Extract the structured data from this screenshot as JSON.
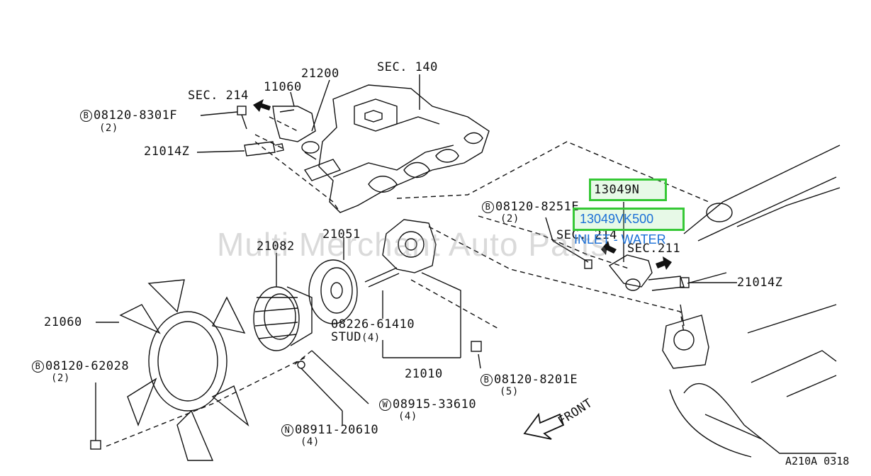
{
  "diagram": {
    "section_labels": {
      "sec_140": "SEC. 140",
      "sec_214_top": "SEC. 214",
      "sec_214_right": "SEC. 214",
      "sec_211": "SEC.211"
    },
    "parts": {
      "p11060": "11060",
      "p21200": "21200",
      "p21014z_left": "21014Z",
      "p21014z_right": "21014Z",
      "p13049n": "13049N",
      "p21051": "21051",
      "p21082": "21082",
      "p21060": "21060",
      "p21010": "21010",
      "stud_num": "08226-61410",
      "stud_lbl": "STUD",
      "stud_qty": "(4)"
    },
    "callouts": {
      "b1": {
        "symbol": "B",
        "number": "08120-8301F",
        "qty": "(2)"
      },
      "b2": {
        "symbol": "B",
        "number": "08120-8251E",
        "qty": "(2)"
      },
      "b3": {
        "symbol": "B",
        "number": "08120-62028",
        "qty": "(2)"
      },
      "b4": {
        "symbol": "B",
        "number": "08120-8201E",
        "qty": "(5)"
      },
      "w1": {
        "symbol": "W",
        "number": "08915-33610",
        "qty": "(4)"
      },
      "n1": {
        "symbol": "N",
        "number": "08911-20610",
        "qty": "(4)"
      }
    },
    "highlight": {
      "part_number": "13049VK500",
      "part_name": "INLET - WATER"
    },
    "front_label": "FRONT",
    "diagram_code": "A210A 0318",
    "watermark": "Multi Merchant Auto Parts"
  }
}
